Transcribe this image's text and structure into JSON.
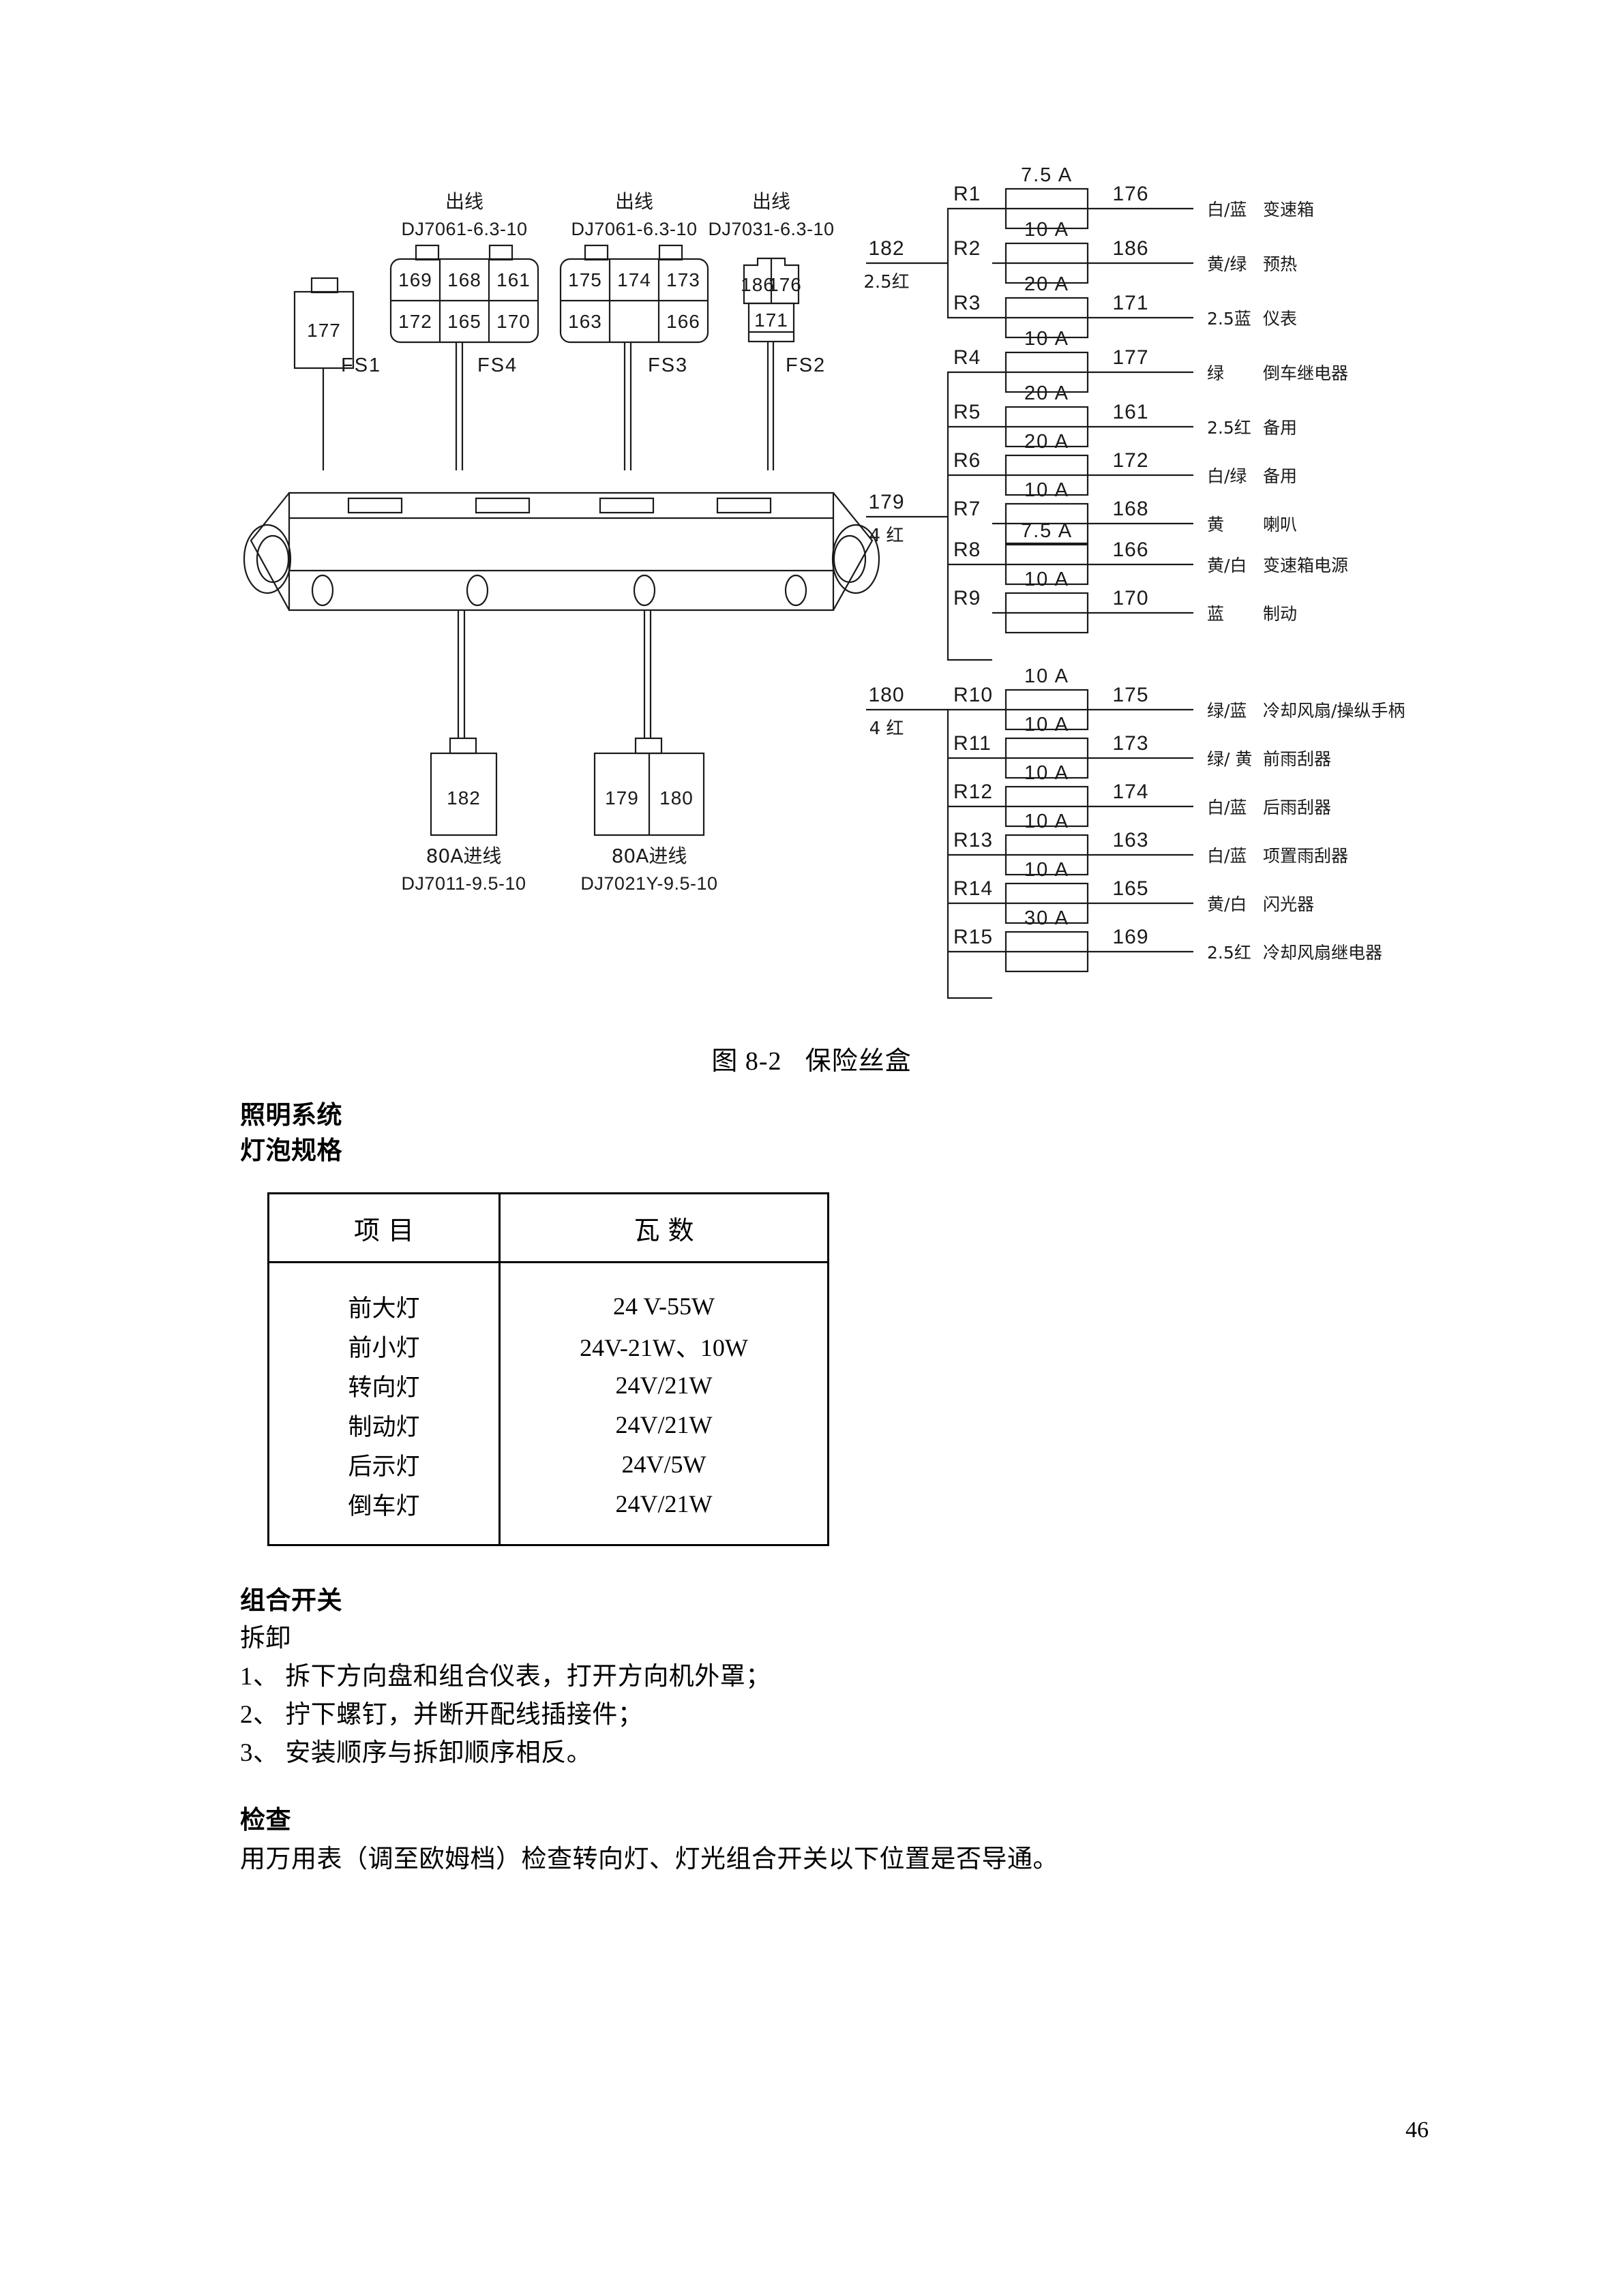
{
  "figure": {
    "caption_no": "图 8-2",
    "caption_title": "保险丝盒",
    "connectors_top": [
      {
        "id": "FS1",
        "label": "FS1",
        "header": "",
        "part": "",
        "cells_top": [
          "177"
        ],
        "cells_bottom": []
      },
      {
        "id": "FS4",
        "label": "FS4",
        "header": "出线",
        "part": "DJ7061-6.3-10",
        "cells_top": [
          "169",
          "168",
          "161"
        ],
        "cells_bottom": [
          "172",
          "165",
          "170"
        ]
      },
      {
        "id": "FS3",
        "label": "FS3",
        "header": "出线",
        "part": "DJ7061-6.3-10",
        "cells_top": [
          "175",
          "174",
          "173"
        ],
        "cells_bottom": [
          "163",
          "",
          "166"
        ]
      },
      {
        "id": "FS2",
        "label": "FS2",
        "header": "出线",
        "part": "DJ7031-6.3-10",
        "cells_top": [
          "186",
          "176"
        ],
        "cells_bottom": [
          "171"
        ]
      }
    ],
    "connectors_bottom": [
      {
        "id": "IN1",
        "title": "80A进线",
        "part": "DJ7011-9.5-10",
        "cells": [
          "182"
        ]
      },
      {
        "id": "IN2",
        "title": "80A进线",
        "part": "DJ7021Y-9.5-10",
        "cells": [
          "179",
          "180"
        ]
      }
    ],
    "feed_groups": [
      {
        "wire": "182",
        "spec": "2.5红",
        "fuses": [
          "R1",
          "R2",
          "R3"
        ]
      },
      {
        "wire": "179",
        "spec": "4 红",
        "fuses": [
          "R4",
          "R5",
          "R6",
          "R7",
          "R8"
        ]
      },
      {
        "wire": "180",
        "spec": "4 红",
        "fuses": [
          "R9",
          "R10",
          "R11",
          "R12",
          "R13",
          "R14",
          "R15"
        ]
      }
    ],
    "fuses": [
      {
        "ref": "R1",
        "rating": "7.5 A",
        "wire": "176",
        "color": "白/蓝",
        "circuit": "变速箱"
      },
      {
        "ref": "R2",
        "rating": "10 A",
        "wire": "186",
        "color": "黄/绿",
        "circuit": "预热"
      },
      {
        "ref": "R3",
        "rating": "20 A",
        "wire": "171",
        "color": "2.5蓝",
        "circuit": "仪表"
      },
      {
        "ref": "R4",
        "rating": "10 A",
        "wire": "177",
        "color": "绿",
        "circuit": "倒车继电器"
      },
      {
        "ref": "R5",
        "rating": "20 A",
        "wire": "161",
        "color": "2.5红",
        "circuit": "备用"
      },
      {
        "ref": "R6",
        "rating": "20 A",
        "wire": "172",
        "color": "白/绿",
        "circuit": "备用"
      },
      {
        "ref": "R7",
        "rating": "10 A",
        "wire": "168",
        "color": "黄",
        "circuit": "喇叭"
      },
      {
        "ref": "R8",
        "rating": "7.5 A",
        "wire": "166",
        "color": "黄/白",
        "circuit": "变速箱电源"
      },
      {
        "ref": "R9",
        "rating": "10 A",
        "wire": "170",
        "color": "蓝",
        "circuit": "制动"
      },
      {
        "ref": "R10",
        "rating": "10 A",
        "wire": "175",
        "color": "绿/蓝",
        "circuit": "冷却风扇/操纵手柄"
      },
      {
        "ref": "R11",
        "rating": "10 A",
        "wire": "173",
        "color": "绿/ 黄",
        "circuit": "前雨刮器"
      },
      {
        "ref": "R12",
        "rating": "10 A",
        "wire": "174",
        "color": "白/蓝",
        "circuit": "后雨刮器"
      },
      {
        "ref": "R13",
        "rating": "10 A",
        "wire": "163",
        "color": "白/蓝",
        "circuit": "项置雨刮器"
      },
      {
        "ref": "R14",
        "rating": "10 A",
        "wire": "165",
        "color": "黄/白",
        "circuit": "闪光器"
      },
      {
        "ref": "R15",
        "rating": "30 A",
        "wire": "169",
        "color": "2.5红",
        "circuit": "冷却风扇继电器"
      }
    ]
  },
  "sections": {
    "lighting_heading": "照明系统",
    "bulb_heading": "灯泡规格",
    "switch_heading": "组合开关",
    "switch_sub": "拆卸",
    "switch_steps": [
      "1、 拆下方向盘和组合仪表，打开方向机外罩；",
      "2、 拧下螺钉，并断开配线插接件；",
      "3、 安装顺序与拆卸顺序相反。"
    ],
    "inspect_heading": "检查",
    "inspect_text": "用万用表（调至欧姆档）检查转向灯、灯光组合开关以下位置是否导通。"
  },
  "bulb_table": {
    "headers": [
      "项 目",
      "瓦 数"
    ],
    "rows": [
      {
        "item": "前大灯",
        "watt": "24 V-55W"
      },
      {
        "item": "前小灯",
        "watt": "24V-21W、10W"
      },
      {
        "item": "转向灯",
        "watt": "24V/21W"
      },
      {
        "item": "制动灯",
        "watt": "24V/21W"
      },
      {
        "item": "后示灯",
        "watt": "24V/5W"
      },
      {
        "item": "倒车灯",
        "watt": "24V/21W"
      }
    ]
  },
  "page": {
    "number": "46"
  }
}
